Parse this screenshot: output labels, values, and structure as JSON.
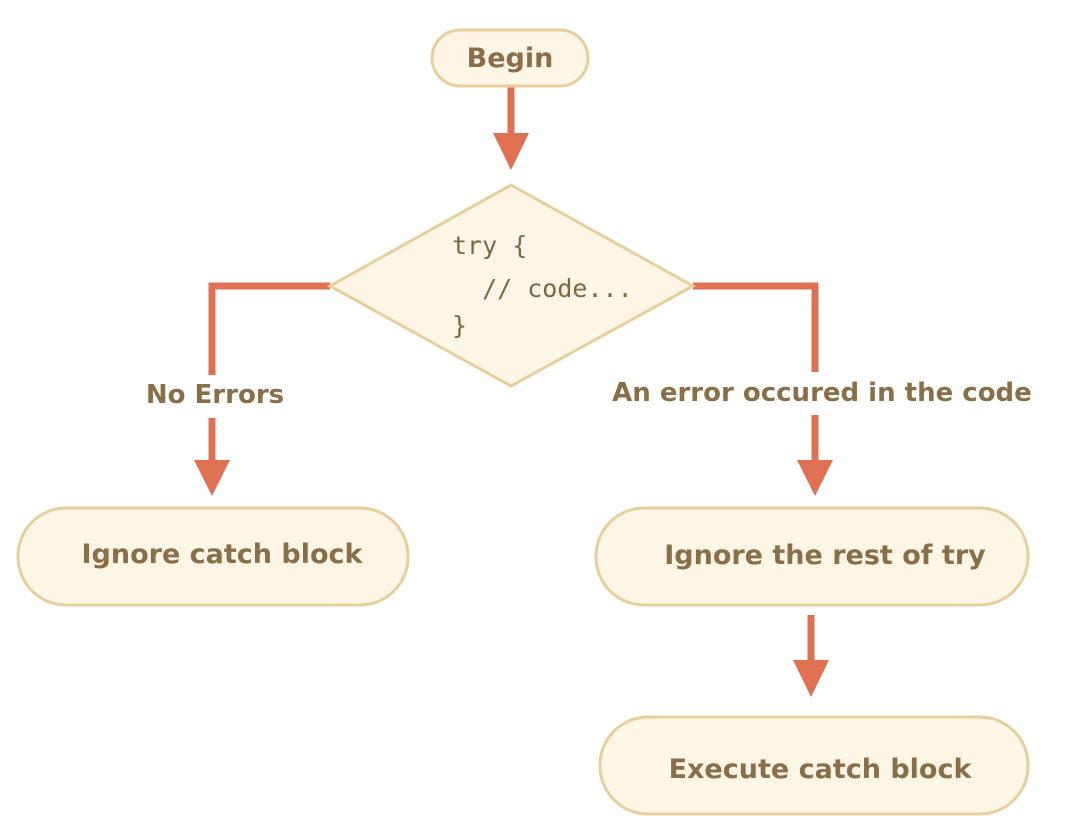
{
  "nodes": {
    "begin": "Begin",
    "try_line1": "try {",
    "try_line2": "  // code...",
    "try_line3": "}",
    "ignore_catch": "Ignore catch block",
    "ignore_rest": "Ignore the rest of try",
    "execute_catch": "Execute catch block"
  },
  "labels": {
    "no_errors": "No Errors",
    "error_occurred": "An error occured in the code"
  },
  "colors": {
    "node_fill": "#fdf6e6",
    "node_stroke": "#e6cf9c",
    "text": "#8a6e47",
    "arrow": "#e07052"
  }
}
